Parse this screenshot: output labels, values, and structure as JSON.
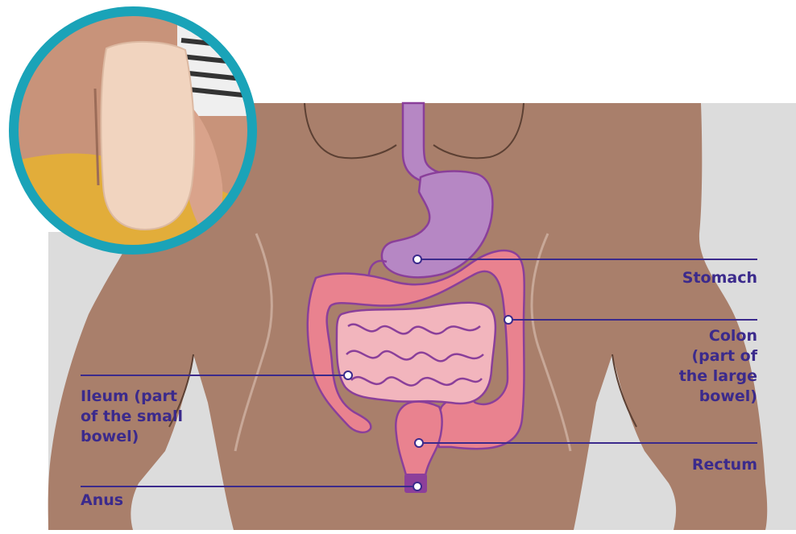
{
  "labels": {
    "stomach": "Stomach",
    "colon": "Colon\n(part of\nthe large\nbowel)",
    "rectum": "Rectum",
    "ileum": "Ileum (part\nof the small\nbowel)",
    "anus": "Anus"
  },
  "colors": {
    "background_panel": "#dcdcdc",
    "skin": "#a97f6b",
    "skin_outline": "#5c4033",
    "stomach": "#b687c4",
    "colon": "#e9828f",
    "small_bowel": "#f2b5bd",
    "organ_outline": "#8a3f9a",
    "anus": "#8d3f9a",
    "leader_line": "#3b2a8c",
    "photo_ring": "#1aa3b8"
  },
  "photo": {
    "icon": "ostomy-pouch-photo"
  }
}
